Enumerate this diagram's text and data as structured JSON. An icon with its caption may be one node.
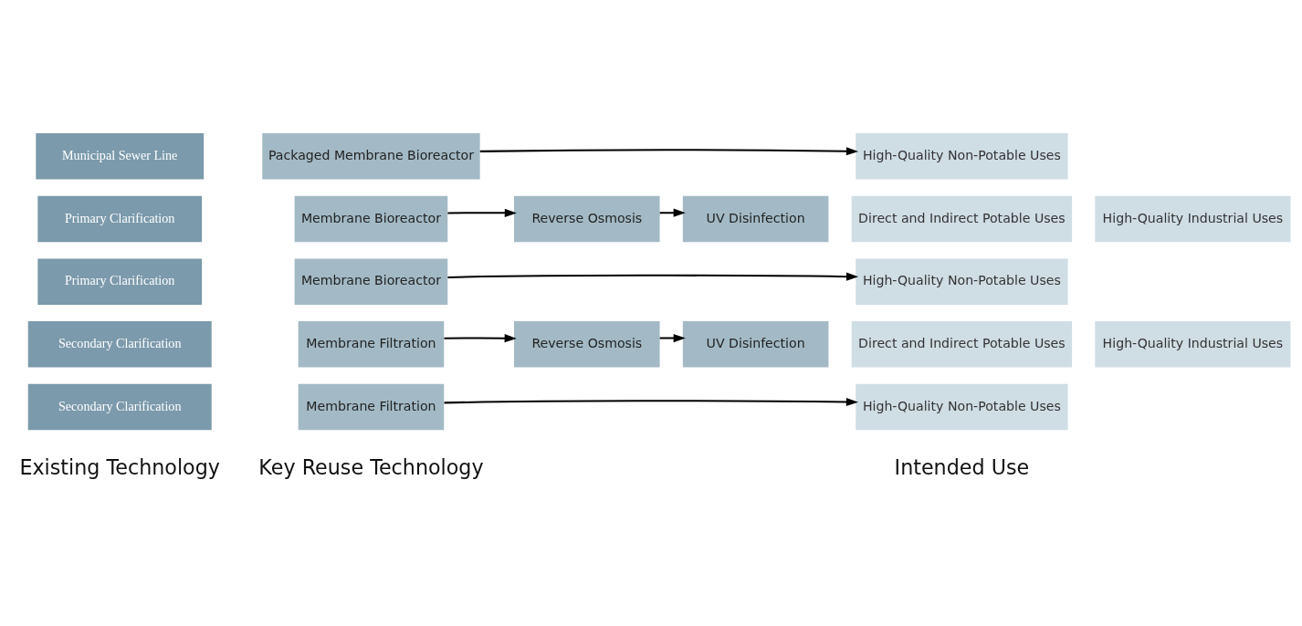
{
  "diagram": {
    "nodes": [
      {
        "text": [
          "Secondary Clarification"
        ]
      },
      {
        "text": [
          "Membrane Filtration"
        ]
      },
      {
        "text": [
          "High-Quality Non-Potable Uses"
        ]
      },
      {
        "text": [
          "Secondary Clarification"
        ]
      },
      {
        "text": [
          "Membrane Filtration"
        ]
      },
      {
        "text": [
          "Reverse Osmosis"
        ]
      },
      {
        "text": [
          "UV Disinfection"
        ]
      },
      {
        "text": [
          "Direct and Indirect Potable Uses"
        ]
      },
      {
        "text": [
          "High-Quality Industrial Uses"
        ]
      },
      {
        "text": [
          "Primary Clarification"
        ]
      },
      {
        "text": [
          "Membrane Bioreactor"
        ]
      },
      {
        "text": [
          "High-Quality Non-Potable Uses"
        ]
      },
      {
        "text": [
          "Primary Clarification"
        ]
      },
      {
        "text": [
          "Membrane Bioreactor"
        ]
      },
      {
        "text": [
          "Reverse Osmosis"
        ]
      },
      {
        "text": [
          "UV Disinfection"
        ]
      },
      {
        "text": [
          "Direct and Indirect Potable Uses"
        ]
      },
      {
        "text": [
          "High-Quality Industrial Uses"
        ]
      },
      {
        "text": [
          "Municipal Sewer Line"
        ]
      },
      {
        "text": [
          "Packaged Membrane Bioreactor"
        ]
      },
      {
        "text": [
          "High-Quality Non-Potable Uses"
        ]
      }
    ],
    "edges": [
      {
        "from": 1,
        "to": 2,
        "arrow": "to"
      },
      {
        "from": 4,
        "to": 5,
        "arrow": "to"
      },
      {
        "from": 5,
        "to": 6,
        "arrow": "to"
      },
      {
        "from": 10,
        "to": 11,
        "arrow": "to"
      },
      {
        "from": 13,
        "to": 14,
        "arrow": "to"
      },
      {
        "from": 14,
        "to": 15,
        "arrow": "to"
      },
      {
        "from": 19,
        "to": 20,
        "arrow": "to"
      }
    ],
    "labels": [
      "Existing Technology",
      "Key Reuse Technology",
      "Intended Use"
    ]
  }
}
